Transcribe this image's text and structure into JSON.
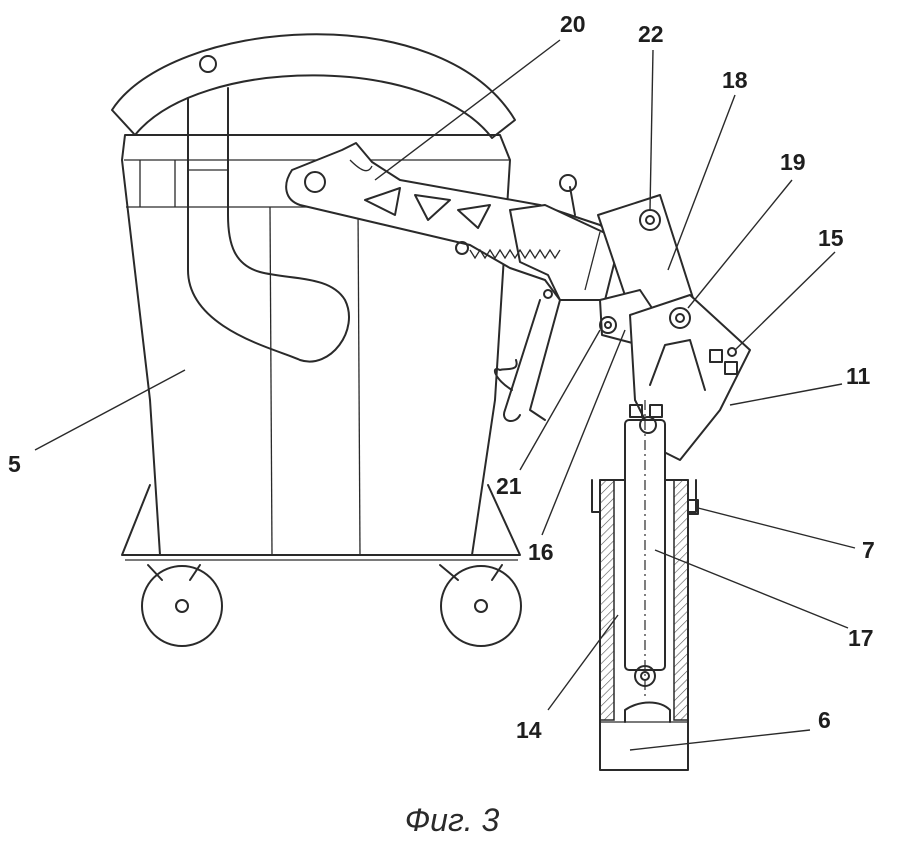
{
  "figure": {
    "caption": "Фиг. 3",
    "labels": {
      "l5": "5",
      "l6": "6",
      "l7": "7",
      "l11": "11",
      "l14": "14",
      "l15": "15",
      "l16": "16",
      "l17": "17",
      "l18": "18",
      "l19": "19",
      "l20": "20",
      "l21": "21",
      "l22": "22"
    }
  }
}
